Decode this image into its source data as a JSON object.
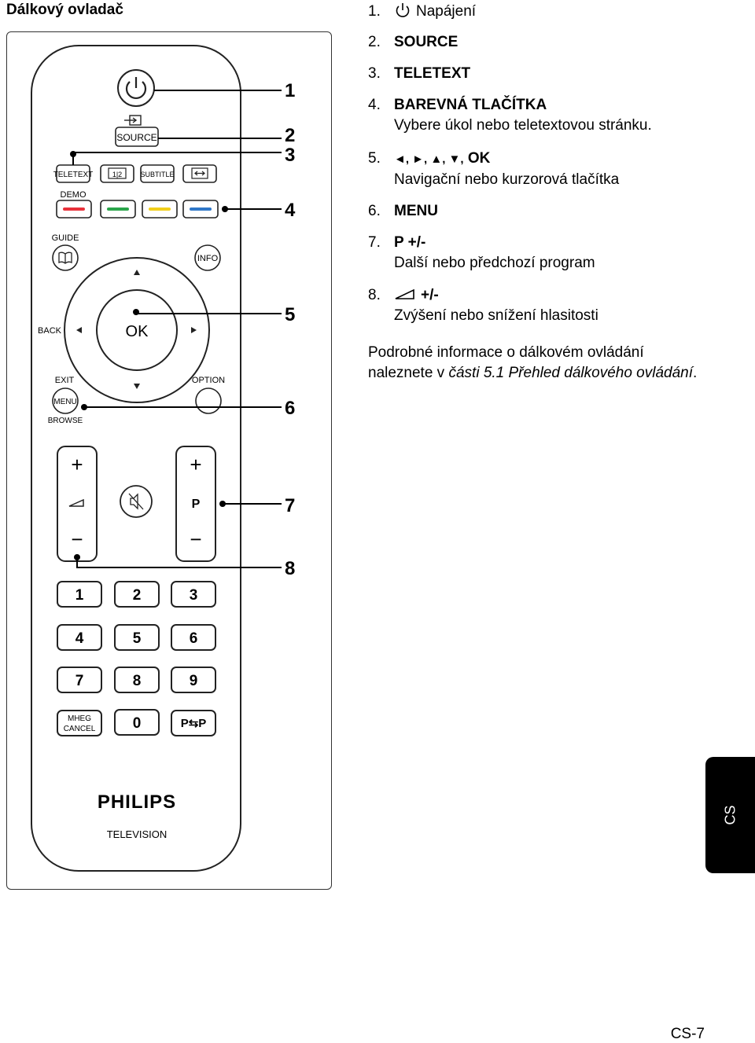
{
  "page": {
    "title": "Dálkový ovladač",
    "lang_tab": "CS",
    "page_number": "CS-7"
  },
  "list": [
    {
      "num": "1.",
      "icon": "power-icon",
      "label": "Napájení",
      "desc": ""
    },
    {
      "num": "2.",
      "label": "SOURCE",
      "desc": ""
    },
    {
      "num": "3.",
      "label": "TELETEXT",
      "desc": ""
    },
    {
      "num": "4.",
      "label": "BAREVNÁ TLAČÍTKA",
      "desc": "Vybere úkol nebo teletextovou stránku."
    },
    {
      "num": "5.",
      "arrows": "◄, ►, ▲, ▼,",
      "label": "OK",
      "desc": "Navigační nebo kurzorová tlačítka"
    },
    {
      "num": "6.",
      "label": "MENU",
      "desc": ""
    },
    {
      "num": "7.",
      "label": "P +/-",
      "desc": "Další nebo předchozí program"
    },
    {
      "num": "8.",
      "icon": "volume-icon",
      "label": "+/-",
      "desc": "Zvýšení nebo snížení hlasitosti"
    }
  ],
  "note": {
    "line1": "Podrobné informace o dálkovém ovládání",
    "line2_prefix": "naleznete v ",
    "line2_italic": "části 5.1 Přehled dálkového ovládání",
    "line2_suffix": "."
  },
  "remote": {
    "callouts": [
      "1",
      "2",
      "3",
      "4",
      "5",
      "6",
      "7",
      "8"
    ],
    "labels": {
      "source": "SOURCE",
      "teletext": "TELETEXT",
      "dual": "1|2",
      "subtitle": "SUBTITLE",
      "demo": "DEMO",
      "guide": "GUIDE",
      "info": "INFO",
      "back": "BACK",
      "ok": "OK",
      "exit": "EXIT",
      "option": "OPTION",
      "menu": "MENU",
      "browse": "BROWSE",
      "mheg_line1": "MHEG",
      "mheg_line2": "CANCEL",
      "pp": "P⇆P",
      "brand": "PHILIPS",
      "sub_brand": "TELEVISION",
      "plus": "+",
      "minus": "−",
      "p": "P"
    },
    "digits": [
      "1",
      "2",
      "3",
      "4",
      "5",
      "6",
      "7",
      "8",
      "9",
      "0"
    ],
    "color_keys": [
      "#e8313a",
      "#2aa54a",
      "#f2cf1a",
      "#2f77c8"
    ]
  }
}
